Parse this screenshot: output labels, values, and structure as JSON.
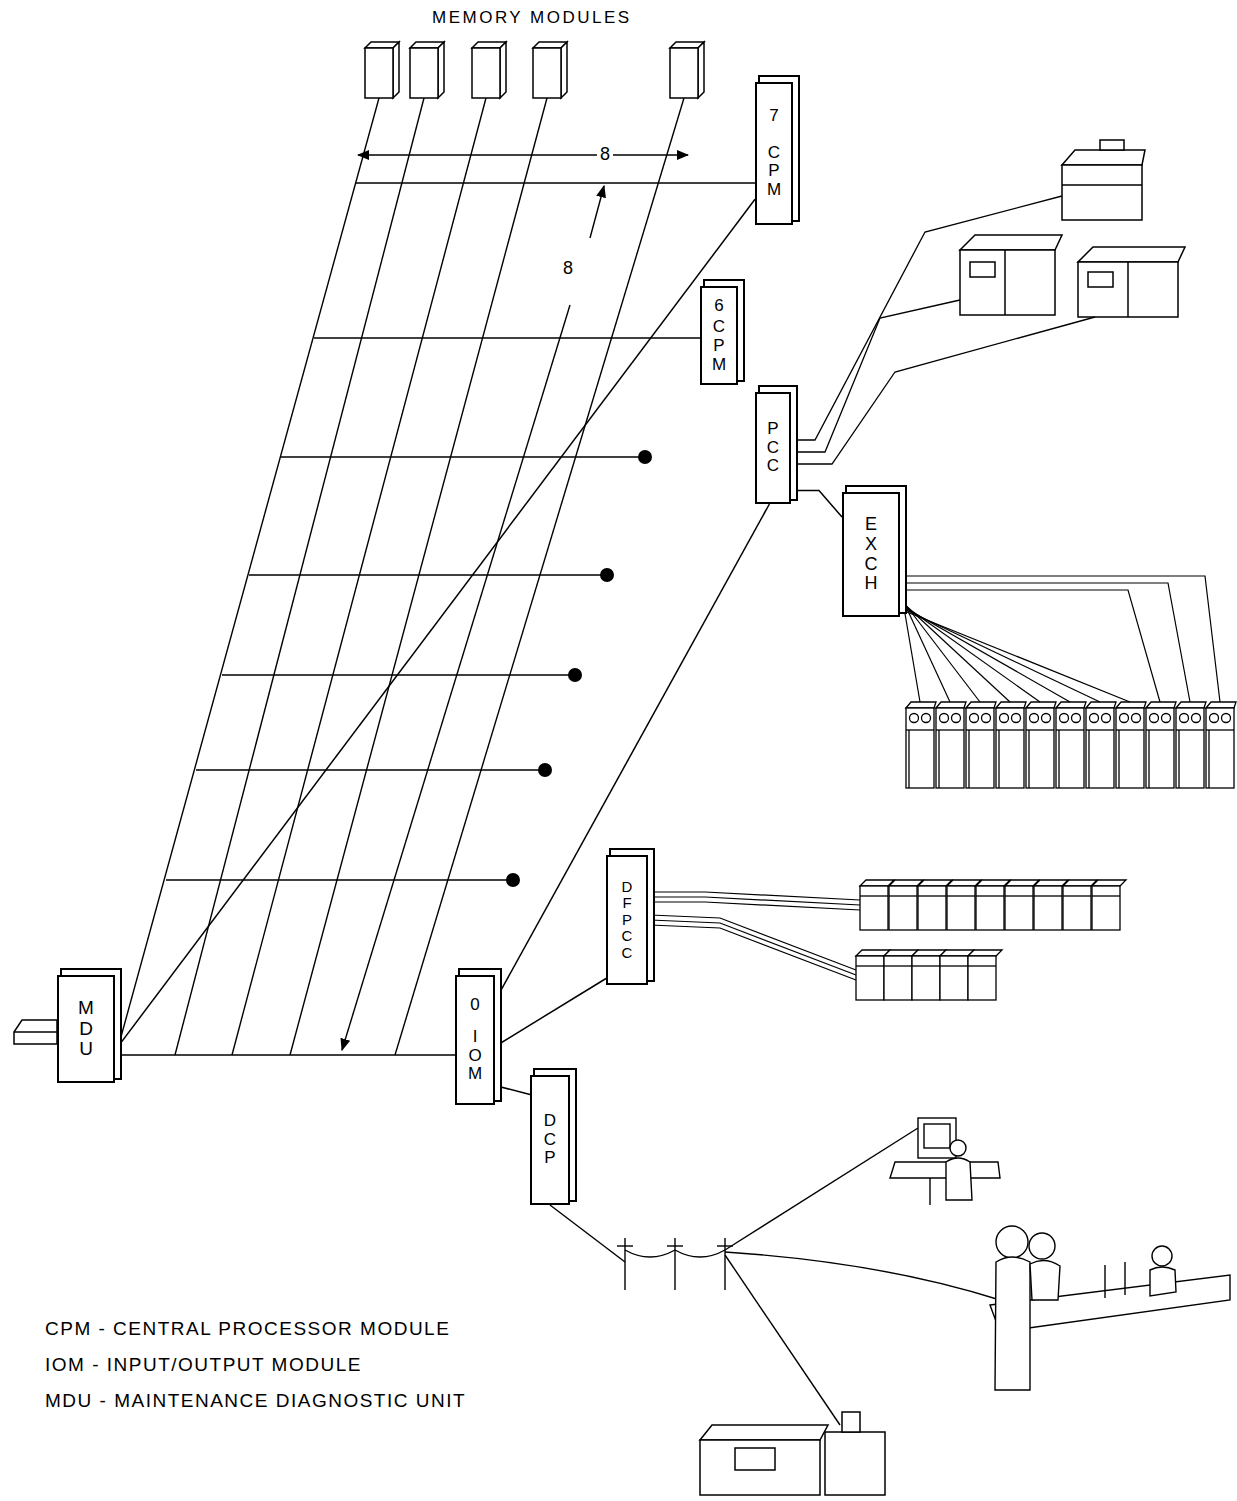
{
  "diagram": {
    "nodes": [
      {
        "text": [
          "7",
          "CPM"
        ]
      },
      {
        "text": [
          "6",
          "CPM"
        ]
      },
      {
        "text": [
          "PCC"
        ]
      },
      {
        "text": [
          "EXCH"
        ]
      },
      {
        "text": [
          "DFPCC"
        ]
      },
      {
        "text": [
          "MDU"
        ]
      },
      {
        "text": [
          "0",
          "IOM"
        ]
      },
      {
        "text": [
          "DCP"
        ]
      }
    ],
    "edges": [
      {
        "from": 5,
        "to": 0,
        "arrow": "none"
      },
      {
        "from": 5,
        "to": 6,
        "arrow": "none"
      },
      {
        "from": 6,
        "to": 2,
        "arrow": "none"
      },
      {
        "from": 2,
        "to": 3,
        "arrow": "none"
      },
      {
        "from": 6,
        "to": 4,
        "arrow": "none"
      },
      {
        "from": 6,
        "to": 7,
        "arrow": "none"
      }
    ],
    "labels": [
      "MEMORY MODULES",
      "8",
      "8",
      "CPM - CENTRAL PROCESSOR MODULE",
      "IOM - INPUT/OUTPUT MODULE",
      "MDU - MAINTENANCE DIAGNOSTIC UNIT"
    ]
  }
}
